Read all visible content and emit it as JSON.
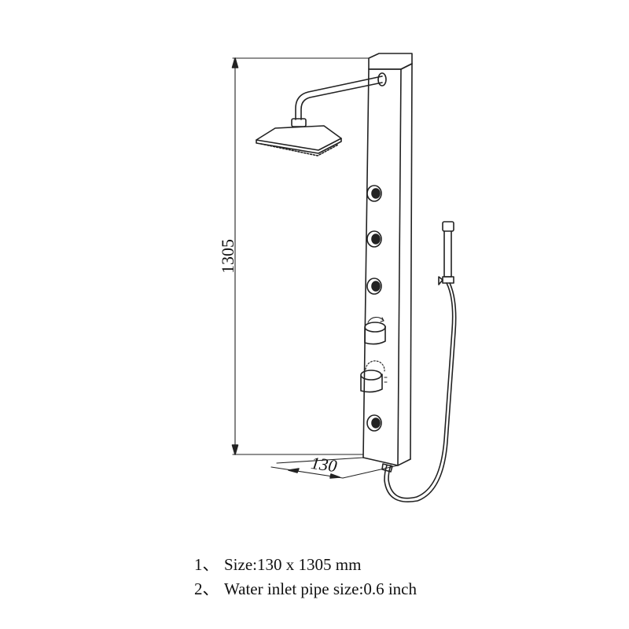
{
  "dimensions": {
    "height_value": "1305",
    "width_value": "130"
  },
  "notes": [
    {
      "number": "1、",
      "text": "Size:130 x 1305 mm"
    },
    {
      "number": "2、",
      "text": "Water inlet pipe size:0.6 inch"
    }
  ],
  "colors": {
    "line": "#222222",
    "background": "#ffffff"
  }
}
